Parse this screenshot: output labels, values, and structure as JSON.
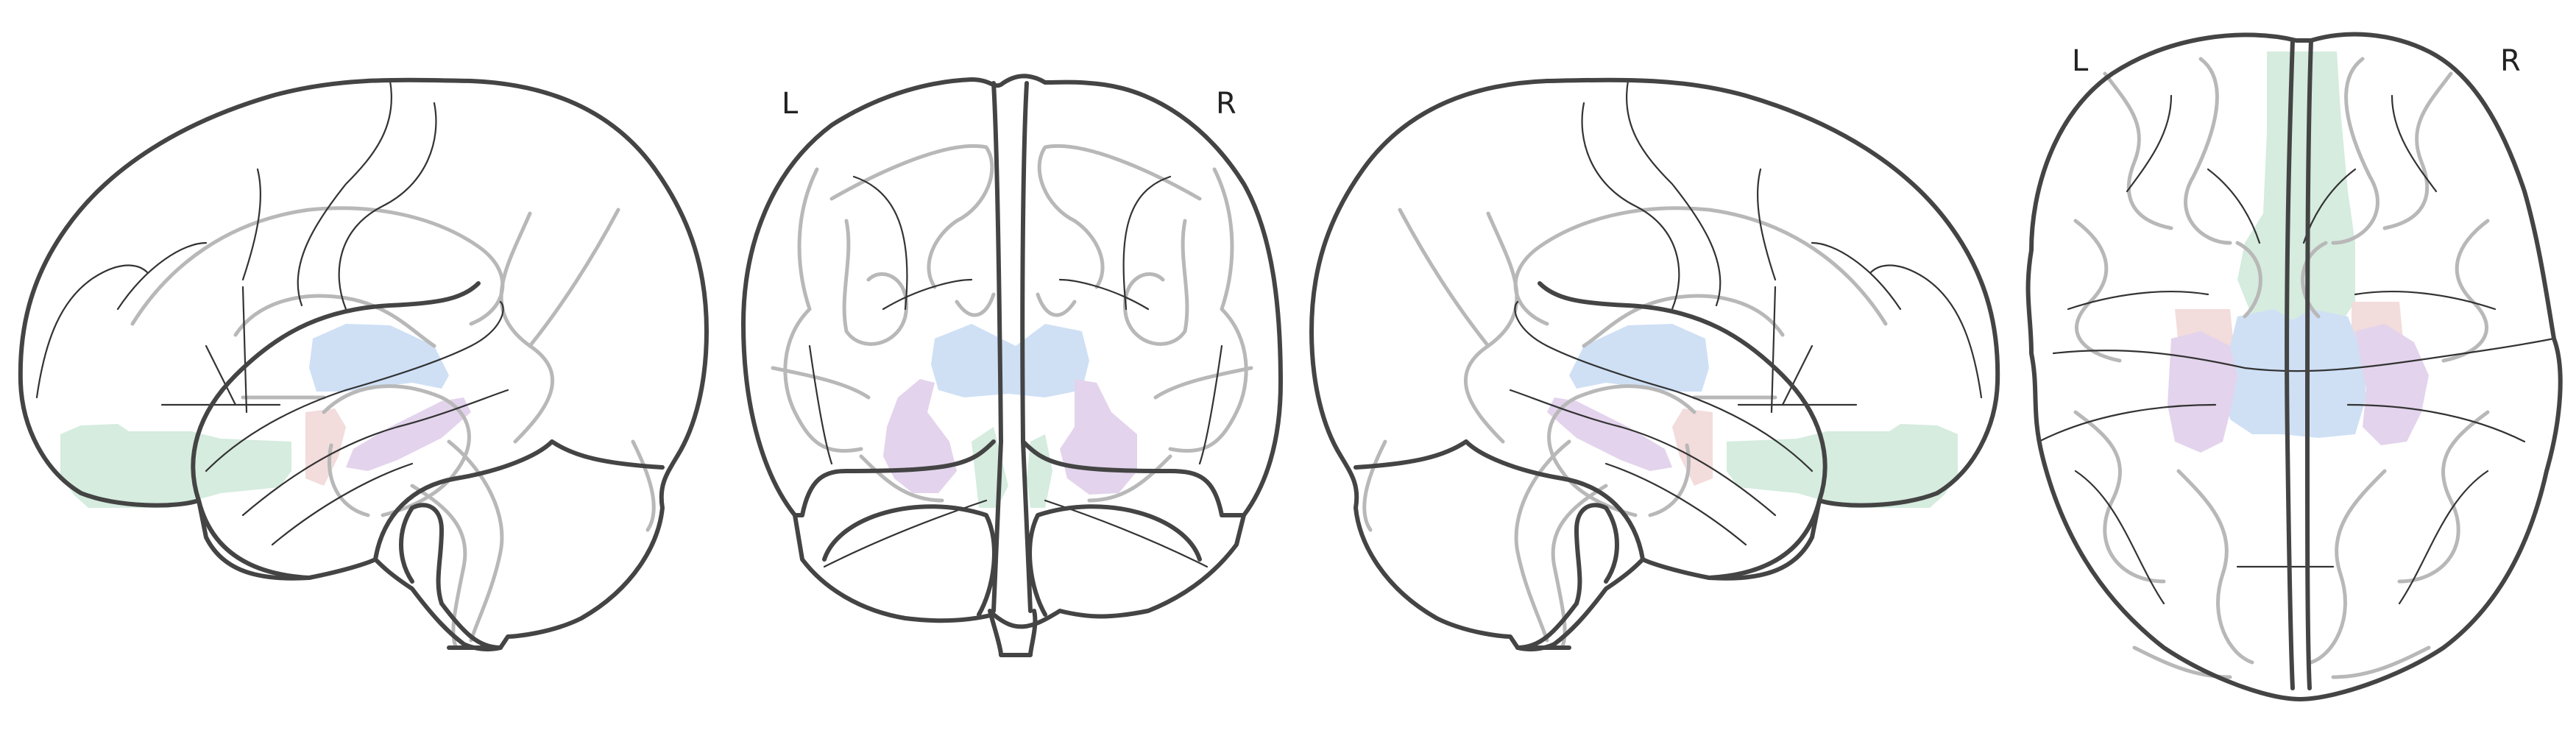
{
  "orientation_labels": {
    "coronal_left": "L",
    "coronal_right": "R",
    "axial_left": "L",
    "axial_right": "R"
  },
  "region_colors": {
    "blue": "#cfe0f5",
    "purple": "#e3d3ec",
    "green": "#d5ecdf",
    "pink": "#f3dcdc"
  },
  "outline_color": "#444444",
  "gyri_color": "#b8b8b8"
}
